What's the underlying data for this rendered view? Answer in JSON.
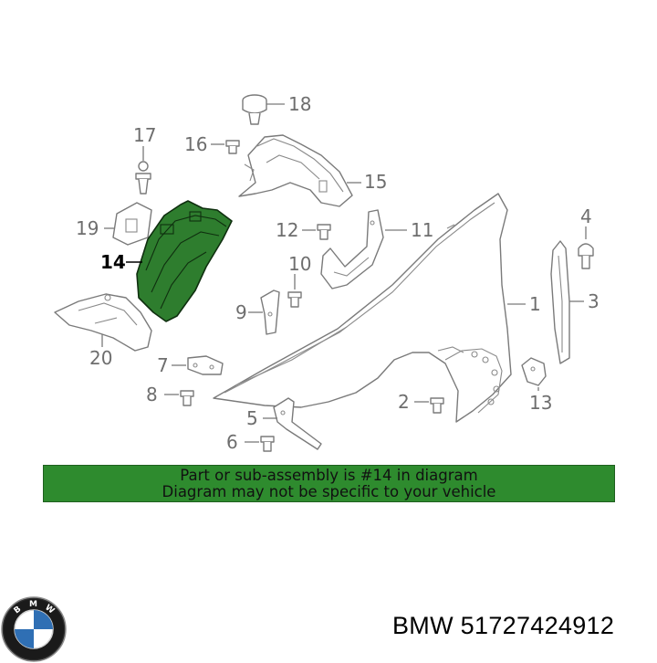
{
  "callouts": {
    "c1": "1",
    "c2": "2",
    "c3": "3",
    "c4": "4",
    "c5": "5",
    "c6": "6",
    "c7": "7",
    "c8": "8",
    "c9": "9",
    "c10": "10",
    "c11": "11",
    "c12": "12",
    "c13": "13",
    "c14": "14",
    "c15": "15",
    "c16": "16",
    "c17": "17",
    "c18": "18",
    "c19": "19",
    "c20": "20"
  },
  "highlighted_part": "14",
  "highlight_color": "#2e8b2e",
  "banner": {
    "line1": "Part or sub-assembly is #14 in diagram",
    "line2": "Diagram may not be specific to your vehicle"
  },
  "logo": {
    "letters": [
      "B",
      "M",
      "W"
    ],
    "icon": "bmw-roundel-icon"
  },
  "brand": {
    "text": "BMW 51727424912"
  }
}
